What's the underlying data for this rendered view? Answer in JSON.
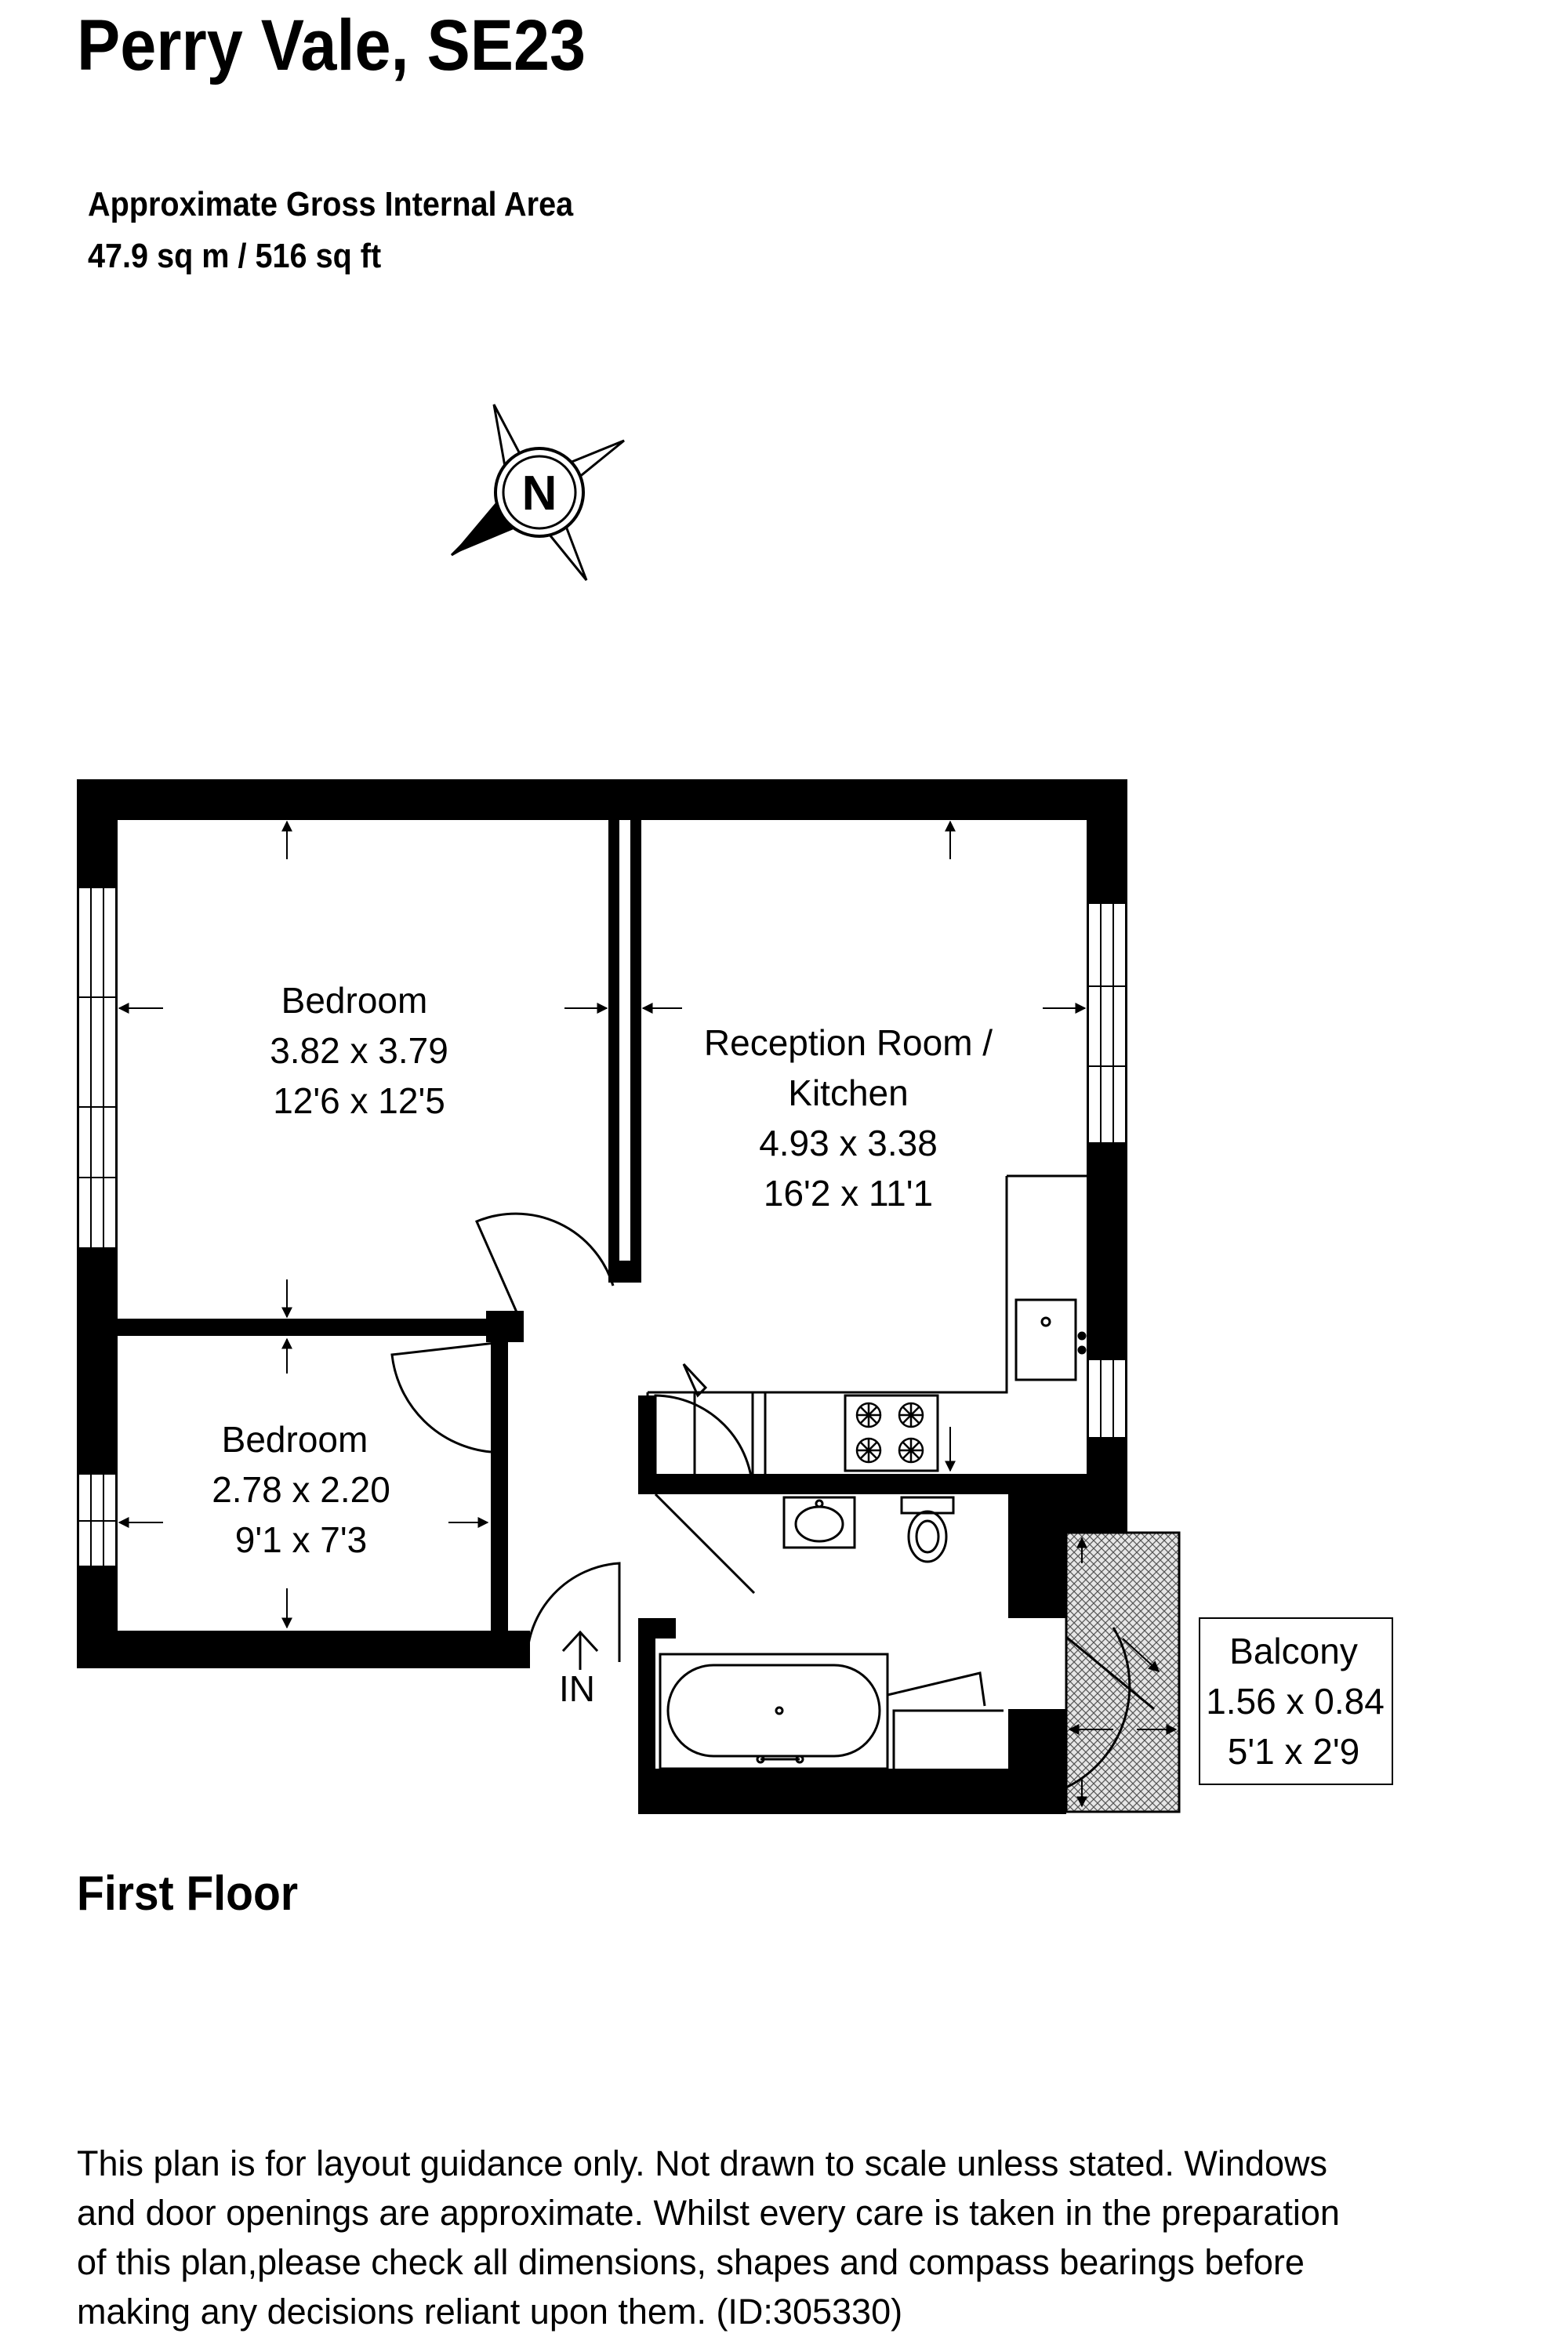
{
  "header": {
    "title": "Perry Vale, SE23",
    "area_label": "Approximate Gross Internal Area",
    "area_value": "47.9 sq m / 516 sq ft"
  },
  "compass": {
    "label": "N"
  },
  "rooms": {
    "bedroom1": {
      "name": "Bedroom",
      "metric": "3.82 x 3.79",
      "imperial": "12'6 x 12'5"
    },
    "reception": {
      "name_line1": "Reception Room /",
      "name_line2": "Kitchen",
      "metric": "4.93 x 3.38",
      "imperial": "16'2 x 11'1"
    },
    "bedroom2": {
      "name": "Bedroom",
      "metric": "2.78 x 2.20",
      "imperial": "9'1 x 7'3"
    },
    "balcony": {
      "name": "Balcony",
      "metric": "1.56 x 0.84",
      "imperial": "5'1 x 2'9"
    }
  },
  "entrance": {
    "label": "IN"
  },
  "floor": {
    "label": "First Floor"
  },
  "disclaimer": {
    "lines": [
      "This plan is for layout guidance only. Not drawn to scale unless stated. Windows",
      "and door openings are approximate. Whilst every care is taken in the preparation",
      "of this plan,please check all dimensions, shapes and compass bearings before",
      "making any decisions reliant upon them. (ID:305330)"
    ]
  }
}
